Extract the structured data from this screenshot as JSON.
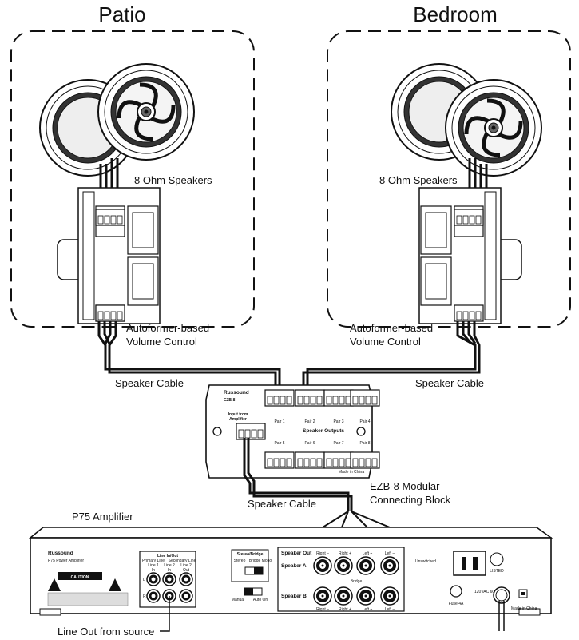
{
  "zones": {
    "left_title": "Patio",
    "right_title": "Bedroom"
  },
  "labels": {
    "speakers_left": "8 Ohm Speakers",
    "speakers_right": "8 Ohm Speakers",
    "volume_left_1": "Autoformer-based",
    "volume_left_2": "Volume Control",
    "volume_right_1": "Autoformer-based",
    "volume_right_2": "Volume Control",
    "cable_left": "Speaker Cable",
    "cable_right": "Speaker Cable",
    "cable_bottom": "Speaker Cable",
    "ezb_1": "EZB-8 Modular",
    "ezb_2": "Connecting Block",
    "amp_title": "P75 Amplifier",
    "line_out": "Line Out from source"
  },
  "ezb": {
    "brand": "Russound",
    "model": "EZB-8",
    "input_1": "Input from",
    "input_2": "Amplifier",
    "outputs": "Speaker Outputs",
    "made": "Made in China",
    "pairs": [
      "Pair 1",
      "Pair 2",
      "Pair 3",
      "Pair 4",
      "Pair 5",
      "Pair 6",
      "Pair 7",
      "Pair 8"
    ]
  },
  "amp": {
    "brand": "Russound",
    "model": "P75 Power Amplifier",
    "caution": "CAUTION",
    "line_header": "Line In/Out",
    "primary": "Primary Line",
    "secondary": "Secondary Line",
    "line1": "Line 1",
    "line2": "Line 2",
    "line2b": "Line 2",
    "in": "In",
    "in2": "In",
    "out": "Out",
    "L": "L",
    "R": "R",
    "stereo_bridge": "Stereo/Bridge",
    "stereo": "Stereo",
    "bridge_mono": "Bridge Mono",
    "manual": "Manual",
    "auto_on": "Auto On",
    "speaker_out": "Speaker Out",
    "speaker_a": "Speaker A",
    "speaker_b": "Speaker B",
    "right_minus": "Right –",
    "right_plus": "Right +",
    "left_plus": "Left +",
    "left_minus": "Left –",
    "bridge": "Bridge",
    "unswitched": "Unswitched",
    "fuse": "Fuse 4A",
    "made": "Made in China",
    "listed": "LISTED",
    "power": "120VAC 60Hz 4.2A"
  }
}
